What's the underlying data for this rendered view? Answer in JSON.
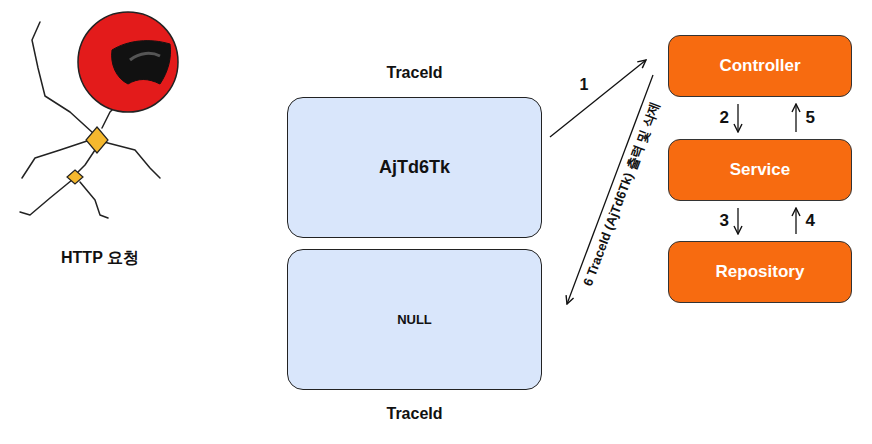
{
  "diagram": {
    "nodes": [
      {
        "text": [
          "TraceId",
          "AjTd6Tk"
        ]
      },
      {
        "text": [
          "NULL",
          "TraceId"
        ]
      },
      {
        "text": [
          "Controller"
        ]
      },
      {
        "text": [
          "Service"
        ]
      },
      {
        "text": [
          "Repository"
        ]
      }
    ],
    "edges": [
      {
        "from": 0,
        "to": 2,
        "label": "1",
        "arrow": "to"
      },
      {
        "from": 2,
        "to": 3,
        "label": "2",
        "arrow": "to"
      },
      {
        "from": 3,
        "to": 4,
        "label": "3",
        "arrow": "to"
      },
      {
        "from": 4,
        "to": 3,
        "label": "4",
        "arrow": "to"
      },
      {
        "from": 3,
        "to": 2,
        "label": "5",
        "arrow": "to"
      },
      {
        "from": 2,
        "to": 1,
        "label": "6 TraceId (AjTd6Tk) 출력 및 삭제",
        "arrow": "to"
      }
    ],
    "labels": [
      "HTTP 요청"
    ]
  }
}
